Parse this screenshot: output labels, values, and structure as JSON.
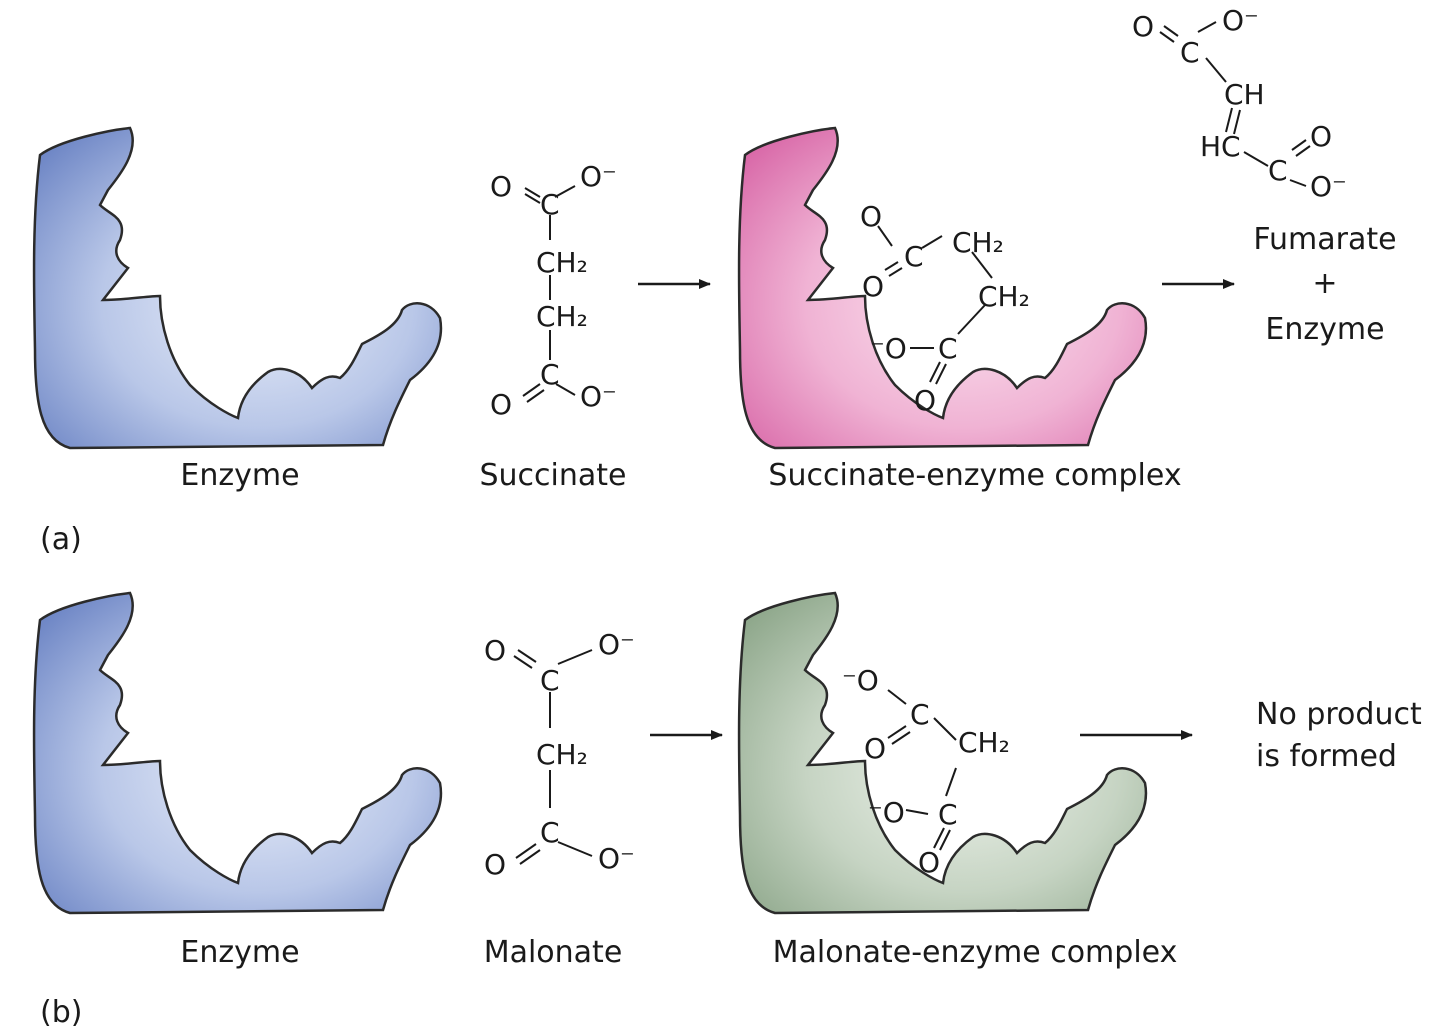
{
  "panel_a": {
    "tag": "(a)",
    "enzyme_label": "Enzyme",
    "substrate_label": "Succinate",
    "complex_label": "Succinate-enzyme complex",
    "product_line1": "Fumarate",
    "product_line2": "+",
    "product_line3": "Enzyme",
    "colors": {
      "enzyme": "#8ea3d6",
      "complex": "#e58cc0"
    }
  },
  "panel_b": {
    "tag": "(b)",
    "enzyme_label": "Enzyme",
    "substrate_label": "Malonate",
    "complex_label": "Malonate-enzyme complex",
    "result_line1": "No product",
    "result_line2": "is formed",
    "colors": {
      "enzyme": "#8ea3d6",
      "complex": "#a9bea7"
    }
  },
  "chem": {
    "O": "O",
    "O_minus": "O⁻",
    "minus_O": "⁻O",
    "C": "C",
    "CH": "CH",
    "HC": "HC",
    "CH2": "CH₂"
  }
}
